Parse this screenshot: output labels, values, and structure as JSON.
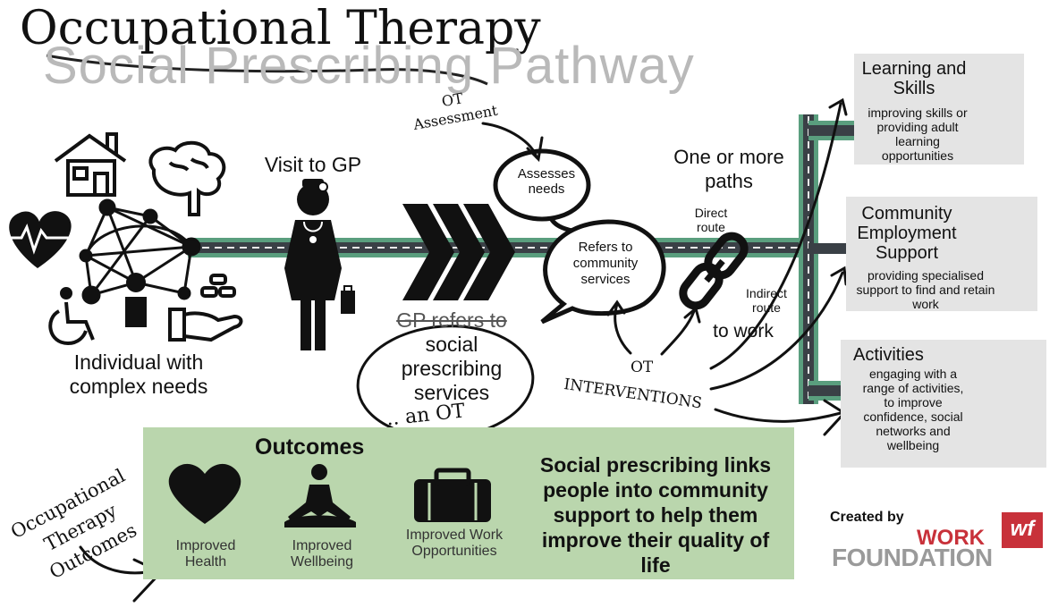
{
  "title": {
    "handwritten": "Occupational Therapy",
    "struck_original": "Social Prescribing Pathway"
  },
  "individual": {
    "label": "Individual with complex needs"
  },
  "gp": {
    "visit_label": "Visit to GP",
    "refers_struck": "GP refers to",
    "refers_rest": "social prescribing services"
  },
  "bubbles": {
    "assesses": "Assesses needs",
    "refers": "Refers to community services"
  },
  "paths": {
    "heading": "One or more paths",
    "direct": "Direct route",
    "indirect": "Indirect route",
    "to_work": "to work"
  },
  "pathway_boxes": [
    {
      "title": "Learning and Skills",
      "description": "improving skills or providing adult learning opportunities",
      "icon": "pencil-ruler-icon"
    },
    {
      "title": "Community Employment Support",
      "description": "providing specialised support  to find and retain work",
      "icon": "computer-icon"
    },
    {
      "title": "Activities",
      "description": "engaging with a range of activities, to improve confidence, social networks and wellbeing",
      "icon": "tree-paintbrush-icon"
    }
  ],
  "outcomes": {
    "title": "Outcomes",
    "items": [
      {
        "label": "Improved Health",
        "icon": "heart-icon"
      },
      {
        "label": "Improved Wellbeing",
        "icon": "meditation-icon"
      },
      {
        "label": "Improved Work Opportunities",
        "icon": "briefcase-icon"
      }
    ],
    "message": "Social prescribing links people into community support to help them improve their quality of life"
  },
  "credit": {
    "created_by": "Created by",
    "brand_work": "WORK",
    "brand_foundation": "FOUNDATION",
    "logo_text": "wf"
  },
  "annotations": {
    "ot_assessment_1": "OT",
    "ot_assessment_2": "Assessment",
    "interventions_1": "OT",
    "interventions_2": "INTERVENTIONS",
    "an_ot": ".. an OT",
    "ot_outcomes_1": "Occupational",
    "ot_outcomes_2": "Therapy",
    "ot_outcomes_3": "Outcomes"
  },
  "colors": {
    "track_green": "#5a9e7e",
    "track_dark": "#3a4046",
    "outcomes_panel": "#bad6ad",
    "box_grey": "#e4e4e4",
    "brand_red": "#c8313a"
  }
}
